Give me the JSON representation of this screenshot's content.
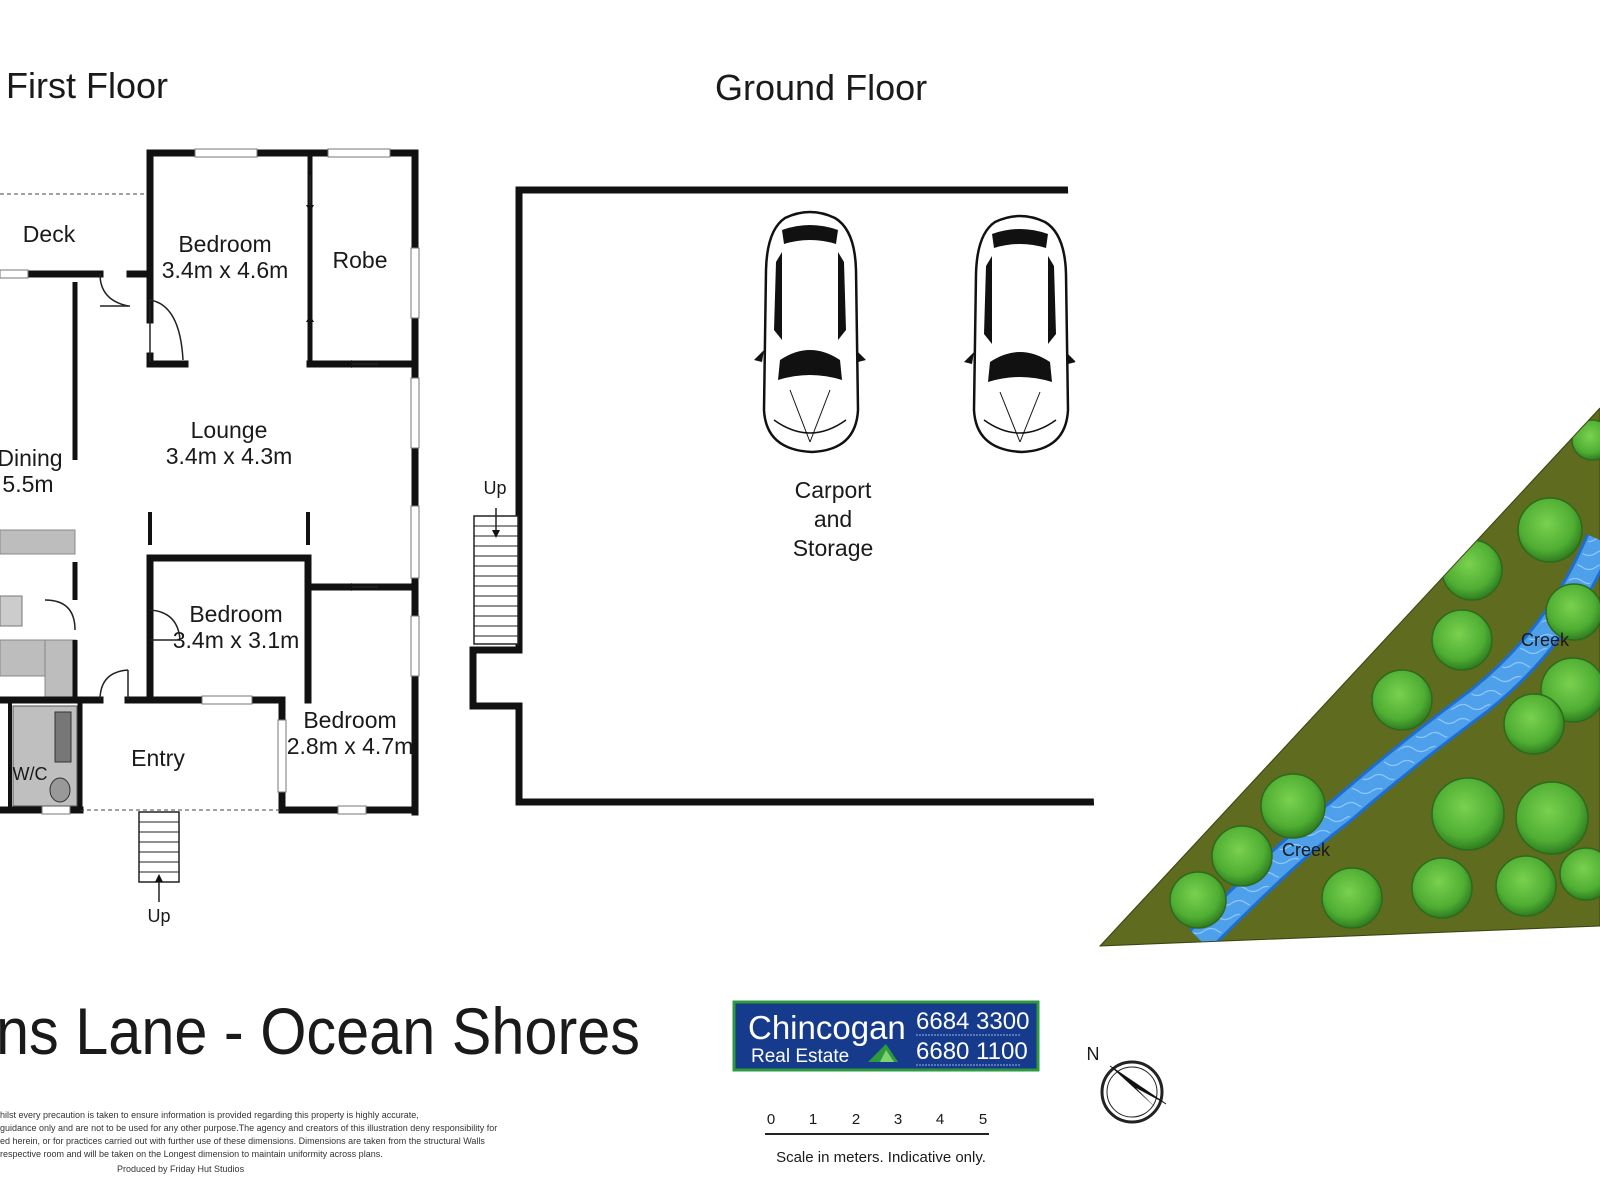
{
  "floors": {
    "first_floor_title": "First Floor",
    "ground_floor_title": "Ground Floor"
  },
  "first_floor_rooms": {
    "deck": "Deck",
    "bedroom1_name": "Bedroom",
    "bedroom1_size": "3.4m x 4.6m",
    "robe": "Robe",
    "lounge_name": "Lounge",
    "lounge_size": "3.4m x 4.3m",
    "dining_name": "Dining",
    "dining_size": "5.5m",
    "bedroom2_name": "Bedroom",
    "bedroom2_size": "3.4m x 3.1m",
    "bedroom3_name": "Bedroom",
    "bedroom3_size": "2.8m x 4.7m",
    "entry": "Entry",
    "wc": "W/C",
    "stairs_up": "Up"
  },
  "ground_floor_rooms": {
    "carport_line1": "Carport",
    "carport_line2": "and",
    "carport_line3": "Storage",
    "stairs_up": "Up"
  },
  "site": {
    "creek_label_1": "Creek",
    "creek_label_2": "Creek"
  },
  "address": "ns Lane - Ocean Shores",
  "agency": {
    "name": "Chincogan",
    "subname": "Real Estate",
    "phone1": "6684 3300",
    "phone2": "6680 1100",
    "brand_color": "#163a8c",
    "border_color": "#2e9a3e"
  },
  "scale": {
    "ticks": [
      "0",
      "1",
      "2",
      "3",
      "4",
      "5"
    ],
    "caption": "Scale in meters. Indicative only."
  },
  "compass": {
    "north": "N"
  },
  "disclaimer": {
    "line1": "hilst every precaution is taken to ensure information is provided regarding this property is highly accurate,",
    "line2": "guidance only and are not to be used for any other purpose.The agency and creators of this illustration deny responsibility for",
    "line3": "ed herein, or for practices carried out with further use of these dimensions. Dimensions are taken from the structural Walls",
    "line4": "respective room and will be taken on the Longest dimension to maintain uniformity across plans.",
    "credit": "Produced by Friday Hut Studios"
  },
  "colors": {
    "grass": "#5f6b1e",
    "tree": "#56b83a",
    "creek": "#3d8fe0",
    "wall": "#111111"
  }
}
